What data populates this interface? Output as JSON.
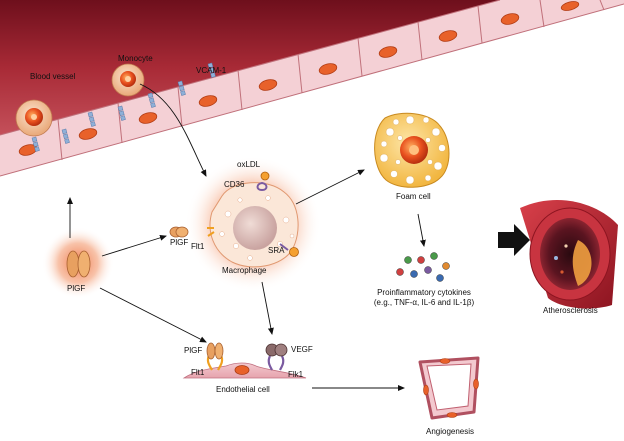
{
  "labels": {
    "blood_vessel": "Blood vessel",
    "monocyte": "Monocyte",
    "vcam1": "VCAM-1",
    "oxldl": "oxLDL",
    "cd36": "CD36",
    "plgf_receptor_side": "PlGF",
    "flt1_macrophage": "Flt1",
    "sra": "SRA",
    "macrophage": "Macrophage",
    "plgf_source": "PlGF",
    "foam_cell": "Foam cell",
    "cytokines_line1": "Proinflammatory cytokines",
    "cytokines_line2": "(e.g., TNF-α, IL-6 and IL-1β)",
    "atherosclerosis": "Atherosclerosis",
    "plgf_endothelial": "PlGF",
    "vegf": "VEGF",
    "flt1_endothelial": "Flt1",
    "flk1": "Flk1",
    "endothelial_cell": "Endothelial cell",
    "angiogenesis": "Angiogenesis"
  },
  "colors": {
    "vessel_dark": "#8a1a28",
    "vessel_light": "#c8505c",
    "endothelial_pink": "#f3c9cf",
    "cell_orange": "#e8612a",
    "glow_orange": "#f08a5a",
    "plgf_tan": "#e8a060",
    "receptor_orange": "#f0a020",
    "receptor_purple": "#7a5aa0",
    "vcam_blue": "#8fb0d8",
    "foam_yellow": "#f6cc6a"
  }
}
